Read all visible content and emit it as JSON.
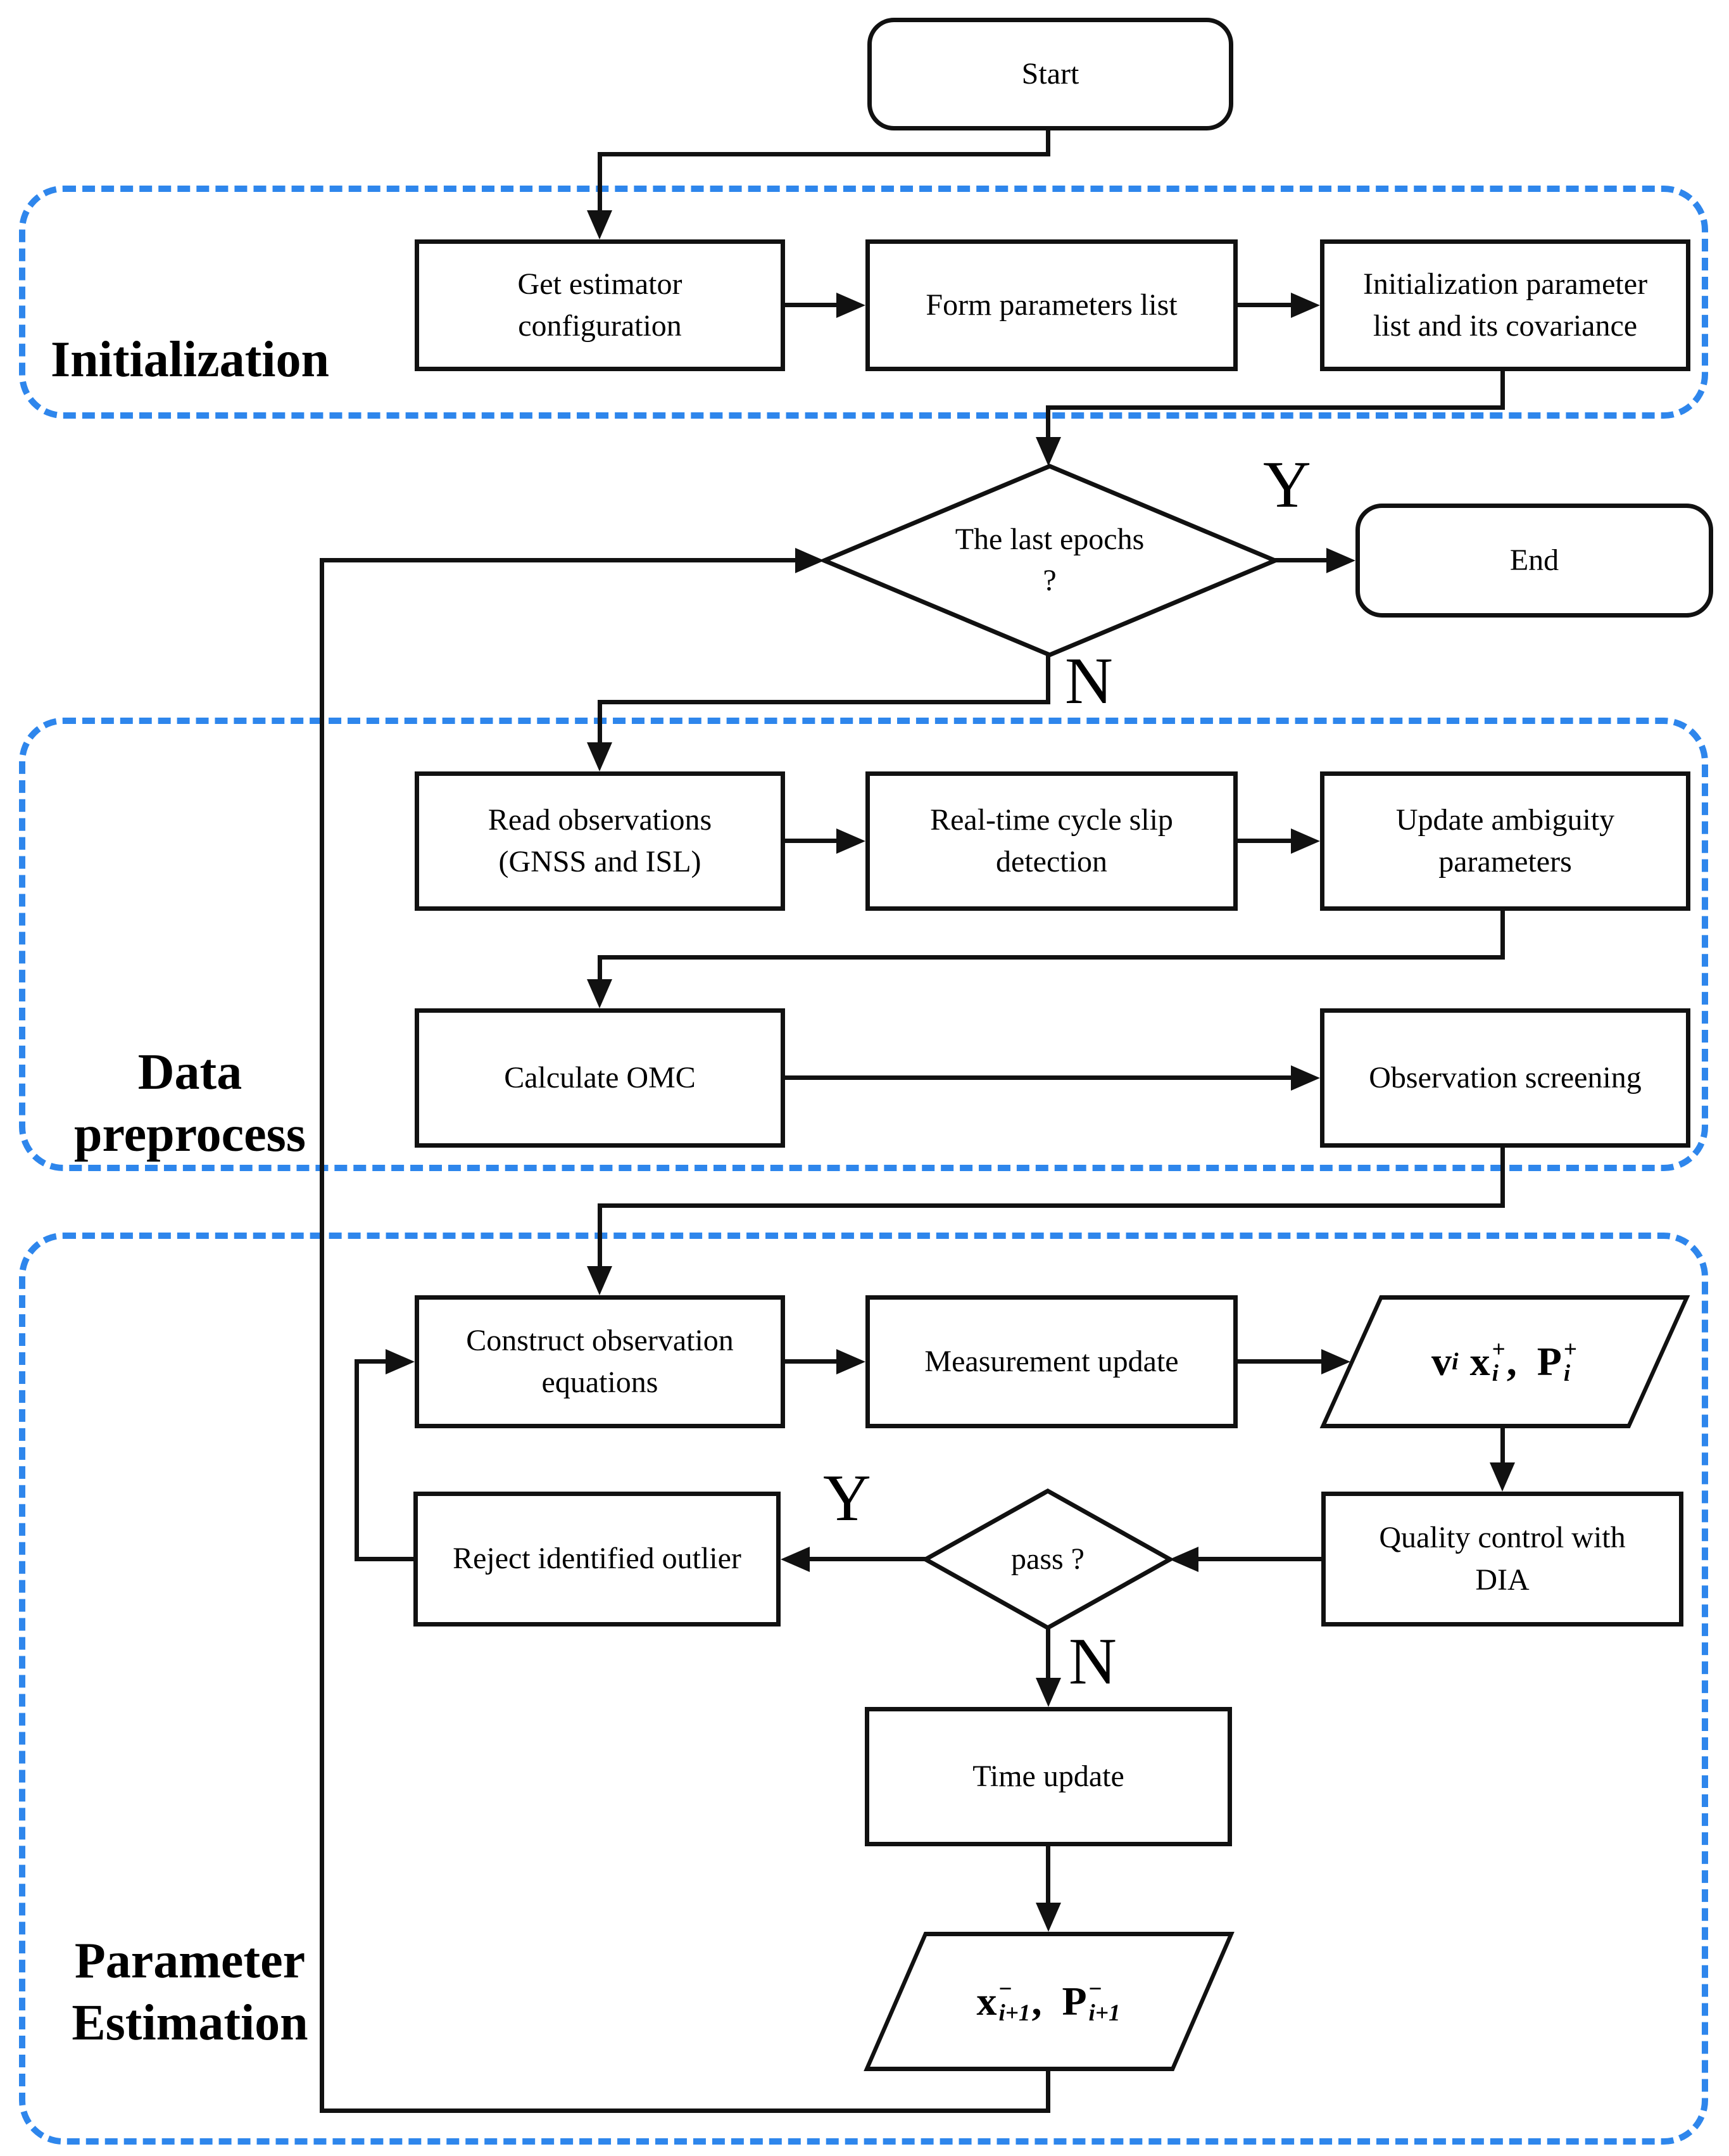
{
  "flowchart": {
    "colors": {
      "region_border": "#2E86EC",
      "node_border": "#111111",
      "connector": "#111111",
      "background": "#ffffff"
    },
    "regions": [
      {
        "id": "initialization",
        "label_lines": [
          "Initialization",
          ""
        ]
      },
      {
        "id": "data_preprocess",
        "label_lines": [
          "Data",
          "preprocess"
        ]
      },
      {
        "id": "parameter_estimation",
        "label_lines": [
          "Parameter",
          "Estimation"
        ]
      }
    ],
    "nodes": {
      "start": {
        "type": "terminator",
        "lines": [
          "Start"
        ]
      },
      "get_estimator": {
        "type": "process",
        "lines": [
          "Get estimator",
          "configuration"
        ]
      },
      "form_params": {
        "type": "process",
        "lines": [
          "Form parameters list"
        ]
      },
      "init_params": {
        "type": "process",
        "lines": [
          "Initialization parameter",
          "list and its covariance"
        ]
      },
      "last_epochs": {
        "type": "decision",
        "lines": [
          "The last epochs",
          "?"
        ]
      },
      "end": {
        "type": "terminator",
        "lines": [
          "End"
        ]
      },
      "read_obs": {
        "type": "process",
        "lines": [
          "Read observations",
          "(GNSS and ISL)"
        ]
      },
      "cycle_slip": {
        "type": "process",
        "lines": [
          "Real-time cycle slip",
          "detection"
        ]
      },
      "update_ambiguity": {
        "type": "process",
        "lines": [
          "Update ambiguity",
          "parameters"
        ]
      },
      "calculate_omc": {
        "type": "process",
        "lines": [
          "Calculate OMC"
        ]
      },
      "obs_screening": {
        "type": "process",
        "lines": [
          "Observation screening"
        ]
      },
      "construct_eq": {
        "type": "process",
        "lines": [
          "Construct observation",
          "equations"
        ]
      },
      "measurement_update": {
        "type": "process",
        "lines": [
          "Measurement update"
        ]
      },
      "reject_outlier": {
        "type": "process",
        "lines": [
          "Reject identified outlier"
        ]
      },
      "pass_check": {
        "type": "decision",
        "lines": [
          "pass ?"
        ]
      },
      "quality_control": {
        "type": "process",
        "lines": [
          "Quality control with",
          "DIA"
        ]
      },
      "time_update": {
        "type": "process",
        "lines": [
          "Time update"
        ]
      }
    },
    "math": {
      "posterior": {
        "t1": "v",
        "t1_sub": "i",
        "t2": "x",
        "t2_sup": "+",
        "t2_sub": "i",
        "sep": ",",
        "t3": "P",
        "t3_sup": "+",
        "t3_sub": "i"
      },
      "prior": {
        "t1": "x",
        "t1_sup": "−",
        "t1_sub": "i+1",
        "sep": ",",
        "t2": "P",
        "t2_sup": "−",
        "t2_sub": "i+1"
      }
    },
    "branch_labels": {
      "last_epochs_yes": "Y",
      "last_epochs_no": "N",
      "pass_yes": "Y",
      "pass_no": "N"
    }
  }
}
